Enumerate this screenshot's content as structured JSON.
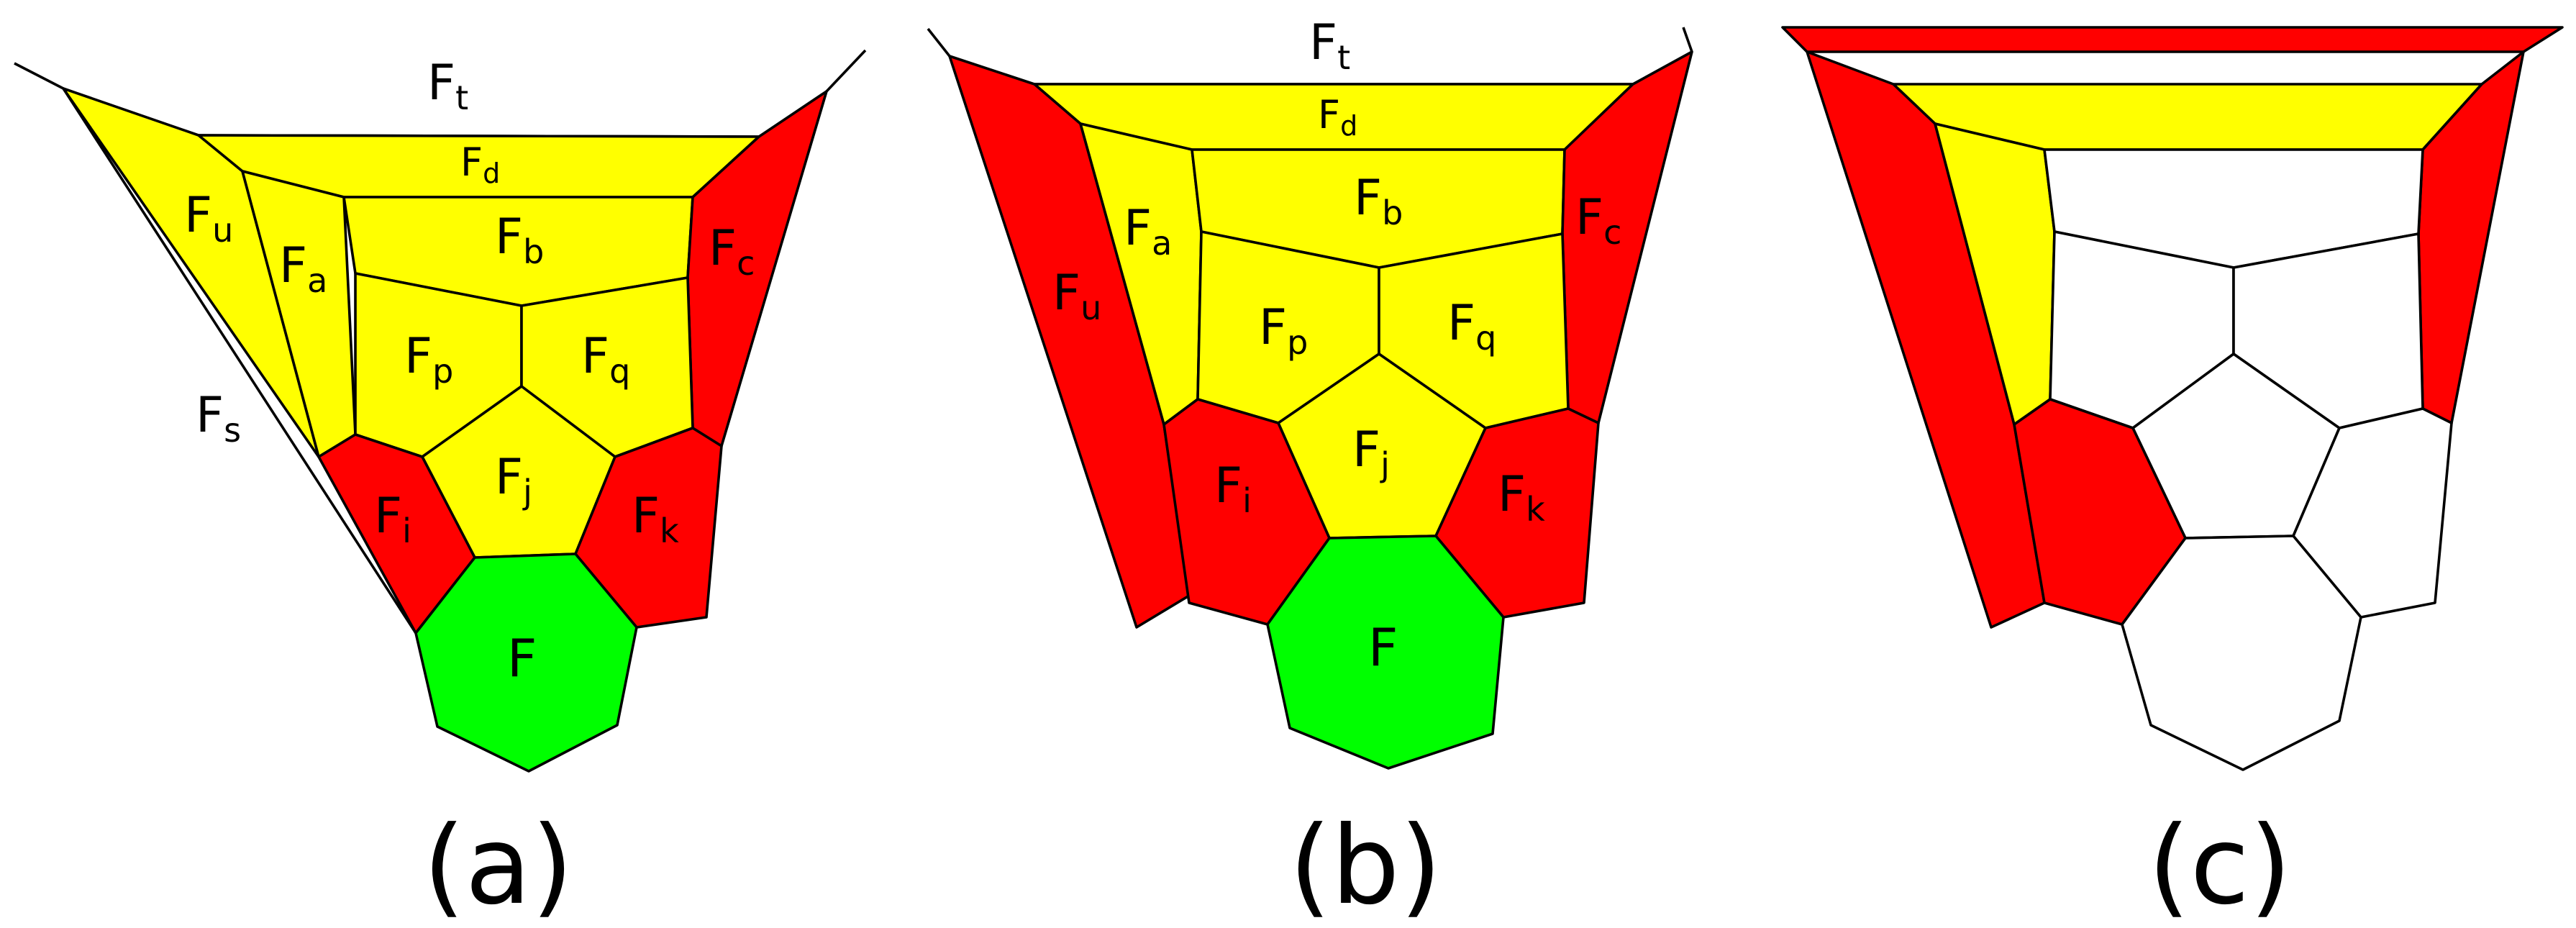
{
  "colors": {
    "yellow": "#ffff00",
    "red": "#ff0000",
    "green": "#00ff00",
    "white": "#ffffff",
    "edge": "#000000"
  },
  "panels": [
    {
      "caption": "(a)",
      "labels": {
        "Ft": {
          "main": "F",
          "sub": "t"
        },
        "Fd": {
          "main": "F",
          "sub": "d"
        },
        "Fu": {
          "main": "F",
          "sub": "u"
        },
        "Fa": {
          "main": "F",
          "sub": "a"
        },
        "Fb": {
          "main": "F",
          "sub": "b"
        },
        "Fc": {
          "main": "F",
          "sub": "c"
        },
        "Fp": {
          "main": "F",
          "sub": "p"
        },
        "Fq": {
          "main": "F",
          "sub": "q"
        },
        "Fs": {
          "main": "F",
          "sub": "s"
        },
        "Fj": {
          "main": "F",
          "sub": "j"
        },
        "Fi": {
          "main": "F",
          "sub": "i"
        },
        "Fk": {
          "main": "F",
          "sub": "k"
        },
        "F": {
          "main": "F",
          "sub": ""
        }
      }
    },
    {
      "caption": "(b)",
      "labels": {
        "Ft": {
          "main": "F",
          "sub": "t"
        },
        "Fd": {
          "main": "F",
          "sub": "d"
        },
        "Fb": {
          "main": "F",
          "sub": "b"
        },
        "Fa": {
          "main": "F",
          "sub": "a"
        },
        "Fc": {
          "main": "F",
          "sub": "c"
        },
        "Fu": {
          "main": "F",
          "sub": "u"
        },
        "Fp": {
          "main": "F",
          "sub": "p"
        },
        "Fq": {
          "main": "F",
          "sub": "q"
        },
        "Fj": {
          "main": "F",
          "sub": "j"
        },
        "Fi": {
          "main": "F",
          "sub": "i"
        },
        "Fk": {
          "main": "F",
          "sub": "k"
        },
        "F": {
          "main": "F",
          "sub": ""
        }
      }
    },
    {
      "caption": "(c)"
    }
  ]
}
